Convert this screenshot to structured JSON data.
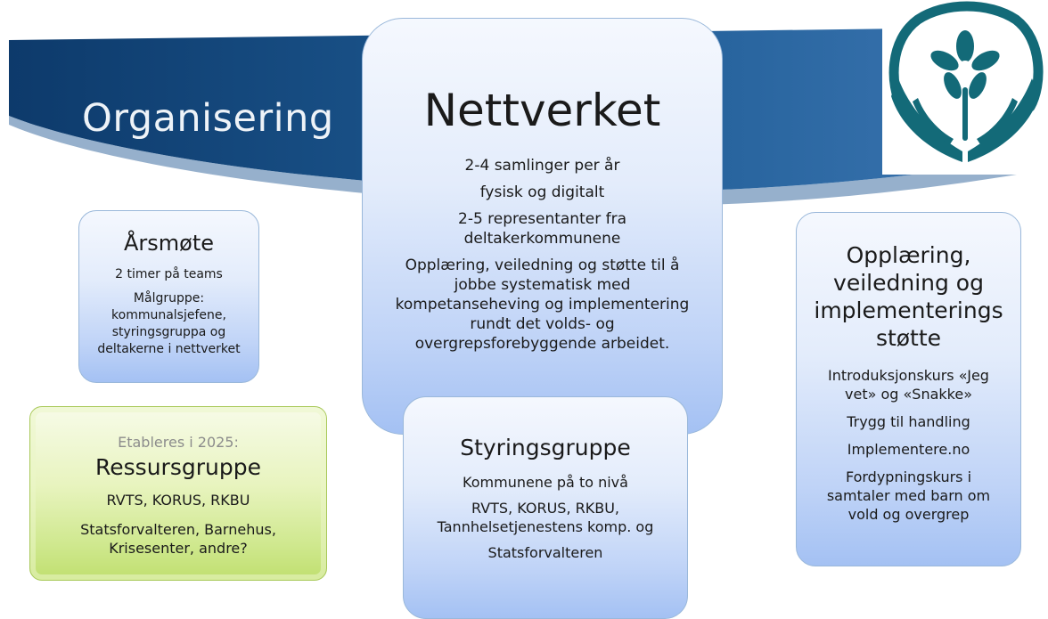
{
  "header": {
    "title": "Organisering",
    "banner_colors": [
      "#0d3a6b",
      "#3d77b3"
    ]
  },
  "logo": {
    "icon": "flower-in-hands-logo",
    "color": "#136a78"
  },
  "aarsmote": {
    "heading": "Årsmøte",
    "line1": "2 timer på teams",
    "line2": "Målgruppe:",
    "line3": "kommunalsjefene,",
    "line4": "styringsgruppa og",
    "line5": "deltakerne i nettverket"
  },
  "ressursgruppe": {
    "subheading": "Etableres i 2025:",
    "heading": "Ressursgruppe",
    "line1": "RVTS, KORUS, RKBU",
    "line2": "Statsforvalteren, Barnehus,",
    "line3": "Krisesenter, andre?"
  },
  "nettverket": {
    "heading": "Nettverket",
    "line1": "2-4 samlinger per år",
    "line2": "fysisk og digitalt",
    "line3": "2-5 representanter fra",
    "line4": "deltakerkommunene",
    "line5": "Opplæring, veiledning og støtte til å",
    "line6": "jobbe systematisk med",
    "line7": "kompetanseheving og implementering",
    "line8": "rundt det volds- og",
    "line9": "overgrepsforebyggende arbeidet."
  },
  "styringsgruppe": {
    "heading": "Styringsgruppe",
    "line1": "Kommunene på to nivå",
    "line2": "RVTS, KORUS, RKBU,",
    "line3": "Tannhelsetjenestens komp. og",
    "line4": "Statsforvalteren"
  },
  "opplaering": {
    "heading1": "Opplæring,",
    "heading2": "veiledning og",
    "heading3": "implementerings",
    "heading4": "støtte",
    "line1": "Introduksjonskurs «Jeg",
    "line2": "vet» og «Snakke»",
    "line3": "Trygg til handling",
    "line4": "Implementere.no",
    "line5": "Fordypningskurs i",
    "line6": "samtaler med barn om",
    "line7": "vold og overgrep"
  }
}
